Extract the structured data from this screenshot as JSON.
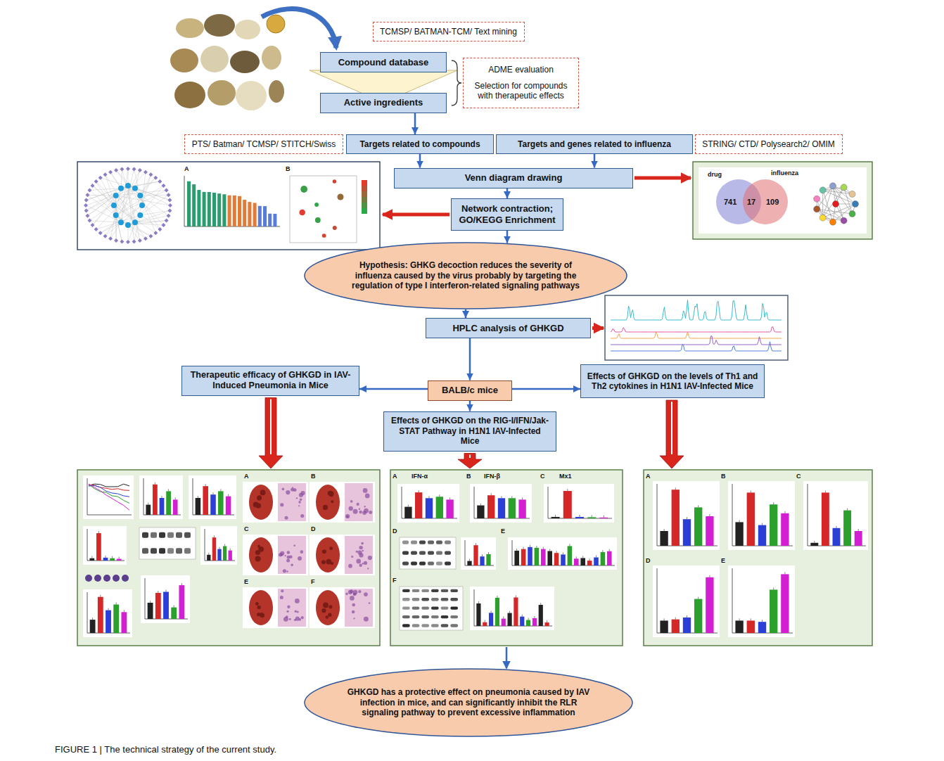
{
  "diagram": {
    "caption": "FIGURE 1 | The technical strategy of the current study.",
    "nodes": [
      {
        "text": [
          "TCMSP/ BATMAN-TCM/ Text mining"
        ]
      },
      {
        "text": [
          "Compound database"
        ]
      },
      {
        "text": [
          "ADME evaluation",
          "Selection for compounds with therapeutic effects"
        ]
      },
      {
        "text": [
          "Active ingredients"
        ]
      },
      {
        "text": [
          "PTS/ Batman/ TCMSP/ STITCH/Swiss"
        ]
      },
      {
        "text": [
          "Targets related to compounds"
        ]
      },
      {
        "text": [
          "Targets and genes related to influenza"
        ]
      },
      {
        "text": [
          "STRING/ CTD/ Polysearch2/ OMIM"
        ]
      },
      {
        "text": [
          "Venn diagram drawing"
        ]
      },
      {
        "text": [
          "Network contraction; GO/KEGG Enrichment"
        ]
      },
      {
        "text": [
          "Hypothesis: GHKG decoction reduces the severity of influenza caused by the virus probably by targeting the regulation of type I interferon-related signaling pathways"
        ]
      },
      {
        "text": [
          "HPLC analysis of GHKGD"
        ]
      },
      {
        "text": [
          "Therapeutic efficacy of GHKGD in IAV-Induced Pneumonia in Mice"
        ]
      },
      {
        "text": [
          "BALB/c mice"
        ]
      },
      {
        "text": [
          "Effects of GHKGD on the levels of Th1 and Th2 cytokines in H1N1 IAV-Infected Mice"
        ]
      },
      {
        "text": [
          "Effects of GHKGD on the RIG-I/IFN/Jak-STAT Pathway in H1N1 IAV-Infected Mice"
        ]
      },
      {
        "text": [
          "GHKGD has a protective effect on pneumonia caused by IAV infection in mice, and can significantly inhibit the RLR signaling pathway to prevent excessive inflammation"
        ]
      }
    ],
    "edges": [
      {
        "from": 3,
        "to": 5,
        "arrow": "to"
      },
      {
        "from": 5,
        "to": 8,
        "arrow": "to"
      },
      {
        "from": 6,
        "to": 8,
        "arrow": "to"
      },
      {
        "from": 8,
        "to": 9,
        "arrow": "to"
      },
      {
        "from": 9,
        "to": 10,
        "arrow": "to"
      },
      {
        "from": 10,
        "to": 11,
        "arrow": "to"
      },
      {
        "from": 11,
        "to": 13,
        "arrow": "to"
      },
      {
        "from": 13,
        "to": 12,
        "arrow": "to"
      },
      {
        "from": 13,
        "to": 14,
        "arrow": "to"
      },
      {
        "from": 13,
        "to": 15,
        "arrow": "to"
      }
    ],
    "labels": [
      "drug",
      "741",
      "17",
      "109",
      "influenza",
      "A",
      "B",
      "A",
      "B",
      "C",
      "D",
      "E",
      "F",
      "IFN-α",
      "IFN-β",
      "Mx1",
      "A",
      "B",
      "C",
      "D",
      "E",
      "F",
      "A",
      "B",
      "C",
      "D",
      "E"
    ]
  }
}
